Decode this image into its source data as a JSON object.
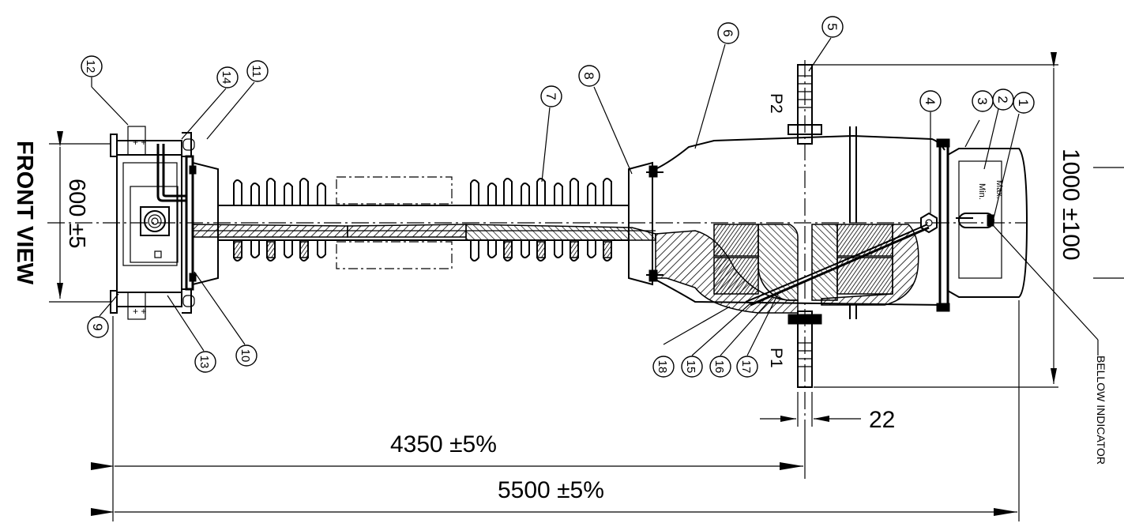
{
  "view_title": "FRONT VIEW",
  "dimensions": {
    "height_left": "600 ±5",
    "height_right": "1000 ±100",
    "terminal_width": "22",
    "length_to_terminal": "4350 ±5%",
    "overall_length": "5500 ±5%"
  },
  "terminals": {
    "top": "P2",
    "bottom": "P1"
  },
  "indicator": {
    "max": "Max.",
    "min": "Min.",
    "label": "BELLOW INDICATOR"
  },
  "balloons": [
    "1",
    "2",
    "3",
    "4",
    "5",
    "6",
    "7",
    "8",
    "9",
    "10",
    "11",
    "12",
    "13",
    "14",
    "15",
    "16",
    "17",
    "18"
  ],
  "colors": {
    "ink": "#000000",
    "paper": "#ffffff"
  }
}
